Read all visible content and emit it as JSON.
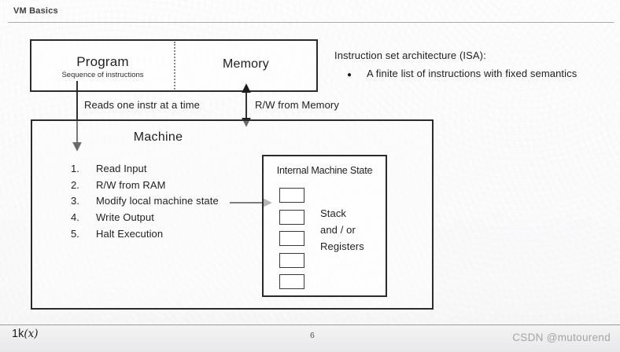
{
  "header": {
    "title": "VM Basics"
  },
  "diagram": {
    "program": {
      "title": "Program",
      "subtitle": "Sequence of instructions"
    },
    "memory": {
      "title": "Memory"
    }
  },
  "isa": {
    "heading": "Instruction set architecture (ISA):",
    "bullet_glyph": "●",
    "bullet": "A finite list of instructions with fixed semantics"
  },
  "labels": {
    "reads": "Reads one instr at a time",
    "rw": "R/W from Memory"
  },
  "machine": {
    "title": "Machine",
    "steps": [
      {
        "num": "1.",
        "text": "Read Input"
      },
      {
        "num": "2.",
        "text": "R/W from RAM"
      },
      {
        "num": "3.",
        "text": "Modify local machine state"
      },
      {
        "num": "4.",
        "text": "Write Output"
      },
      {
        "num": "5.",
        "text": "Halt Execution"
      }
    ],
    "internal": {
      "title": "Internal Machine State",
      "cell_count": 5,
      "stack_labels": [
        "Stack",
        "and / or",
        "Registers"
      ]
    }
  },
  "footer": {
    "logo_prefix": "1k",
    "logo_suffix": "(x)",
    "page": "6",
    "watermark": "CSDN @mutourend"
  },
  "colors": {
    "box_border": "#2b2b2b",
    "text": "#1f1f1f",
    "muted": "#a4a3a7"
  }
}
